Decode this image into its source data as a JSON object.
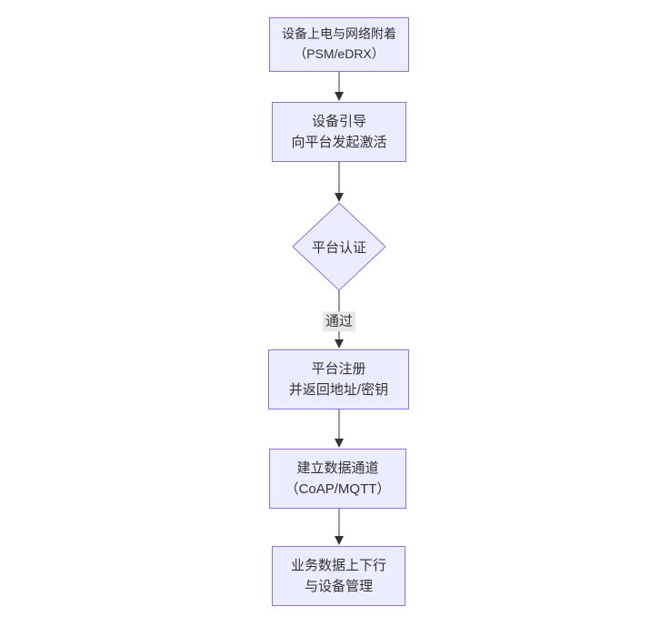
{
  "diagram": {
    "type": "flowchart",
    "direction": "top-down",
    "nodes": [
      {
        "id": "A",
        "shape": "rect",
        "line1": "设备上电与网络附着",
        "line2": "（PSM/eDRX）"
      },
      {
        "id": "B",
        "shape": "rect",
        "line1": "设备引导",
        "line2": "向平台发起激活"
      },
      {
        "id": "C",
        "shape": "diamond",
        "line1": "平台认证",
        "line2": ""
      },
      {
        "id": "D",
        "shape": "rect",
        "line1": "平台注册",
        "line2": "并返回地址/密钥"
      },
      {
        "id": "E",
        "shape": "rect",
        "line1": "建立数据通道",
        "line2": "（CoAP/MQTT）"
      },
      {
        "id": "F",
        "shape": "rect",
        "line1": "业务数据上下行",
        "line2": "与设备管理"
      }
    ],
    "edges": [
      {
        "from": "A",
        "to": "B",
        "label": ""
      },
      {
        "from": "B",
        "to": "C",
        "label": ""
      },
      {
        "from": "C",
        "to": "D",
        "label": "通过"
      },
      {
        "from": "D",
        "to": "E",
        "label": ""
      },
      {
        "from": "E",
        "to": "F",
        "label": ""
      }
    ],
    "colors": {
      "node_fill": "#ECECFF",
      "node_border": "#9370DB",
      "edge_line": "#333333",
      "arrowhead": "#333333",
      "text": "#333333",
      "edge_label_bg": "#e8e8e8",
      "background": "#ffffff"
    }
  }
}
